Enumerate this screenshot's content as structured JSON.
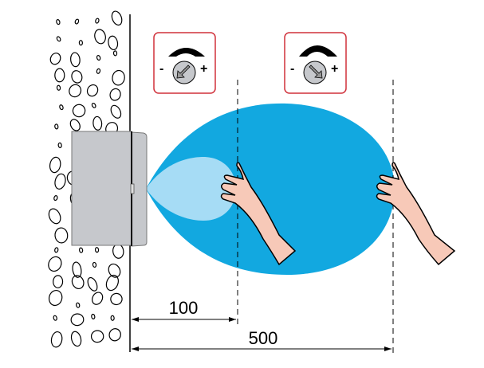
{
  "dimensions": {
    "short": "100",
    "long": "500"
  },
  "adjust_icons": [
    {
      "minus": "-",
      "plus": "+",
      "arrow": "arrow-down-left"
    },
    {
      "minus": "-",
      "plus": "+",
      "arrow": "arrow-down-right"
    }
  ],
  "colors": {
    "far_zone": "#12a8e0",
    "near_zone": "#a6dcf5",
    "device": "#c6c8cc",
    "icon_border": "#d0303a",
    "skin": "#f7c9b8"
  }
}
